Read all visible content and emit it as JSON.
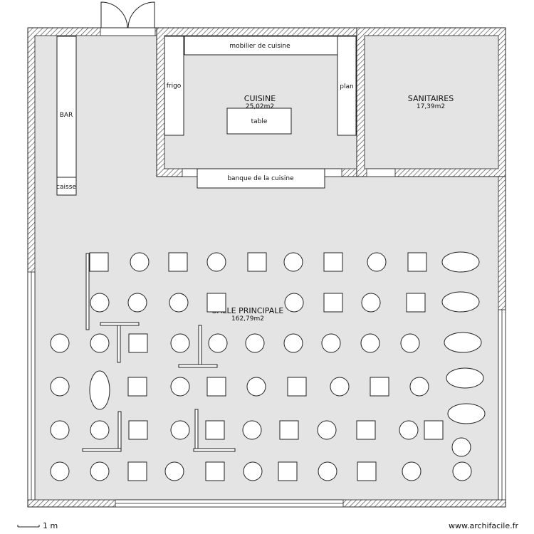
{
  "rooms": {
    "cuisine": {
      "name": "CUISINE",
      "area": "25,02m2"
    },
    "sanitaires": {
      "name": "SANITAIRES",
      "area": "17,39m2"
    },
    "salle": {
      "name": "SALLE PRINCIPALE",
      "area": "162,79m2"
    }
  },
  "furniture": {
    "mobilier": "mobilier de cuisine",
    "frigo": "frigo",
    "plan": "plan",
    "table": "table",
    "banque": "banque de la cuisine",
    "bar": "BAR",
    "caisse": "caisse"
  },
  "footer": {
    "scale": "1 m",
    "credit": "www.archifacile.fr"
  },
  "colors": {
    "floor": "#e4e4e4",
    "wall_hatch": "#555555",
    "furniture_fill": "#ffffff",
    "stroke": "#222222"
  }
}
